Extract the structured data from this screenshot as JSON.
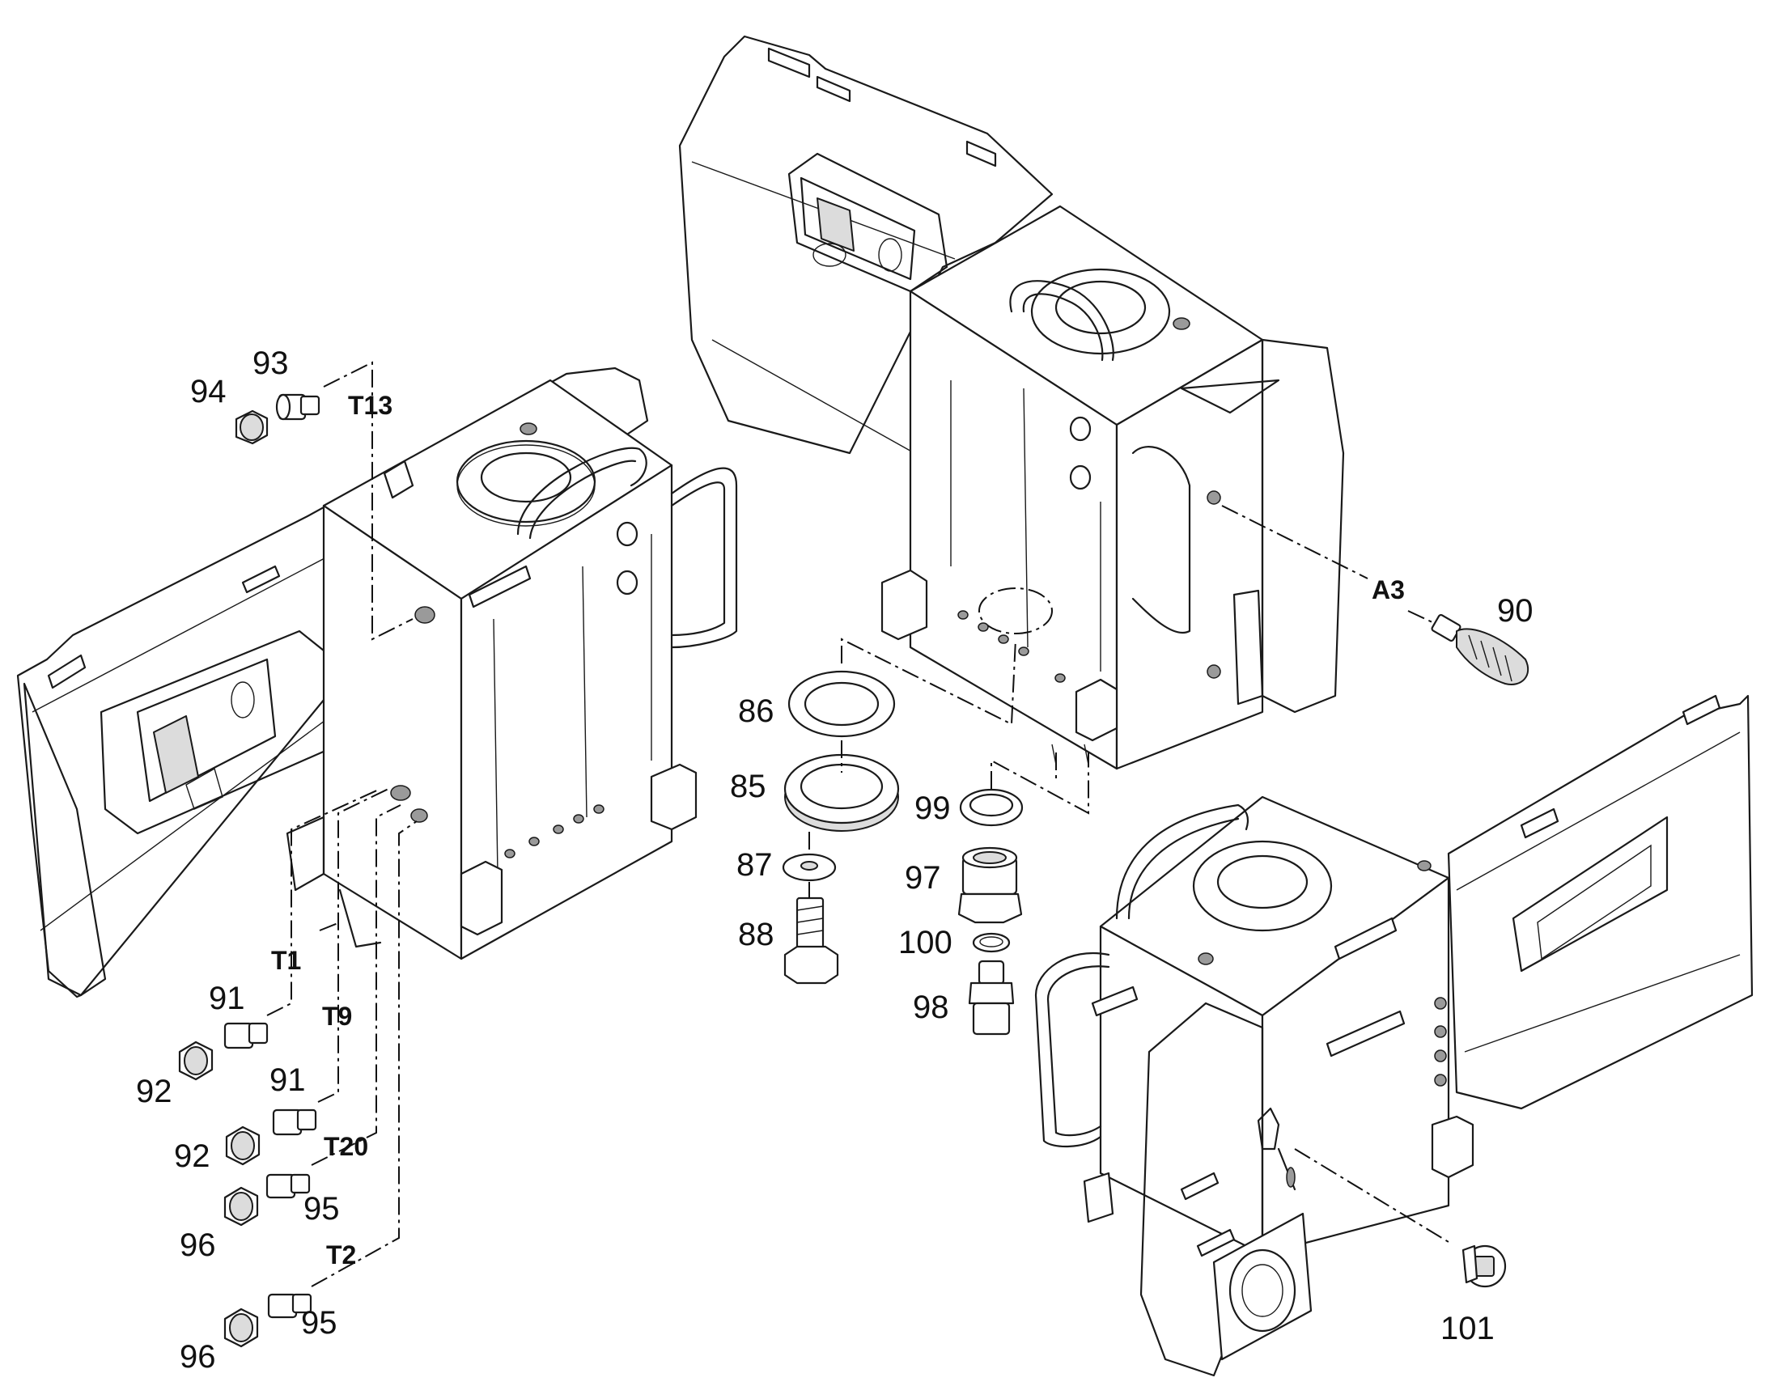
{
  "diagram": {
    "part_numbers": {
      "p94": "94",
      "p93": "93",
      "p91a": "91",
      "p92a": "92",
      "p91b": "91",
      "p92b": "92",
      "p95a": "95",
      "p96a": "96",
      "p95b": "95",
      "p96b": "96",
      "p86": "86",
      "p85": "85",
      "p87": "87",
      "p88": "88",
      "p99": "99",
      "p97": "97",
      "p100": "100",
      "p98": "98",
      "p90": "90",
      "p101": "101"
    },
    "connection_tags": {
      "t13": "T13",
      "t1": "T1",
      "t9": "T9",
      "t20": "T20",
      "t2": "T2",
      "a3": "A3"
    }
  },
  "colors": {
    "line": "#1a1a1a",
    "shade": "#dcdcdc",
    "background": "#ffffff"
  }
}
